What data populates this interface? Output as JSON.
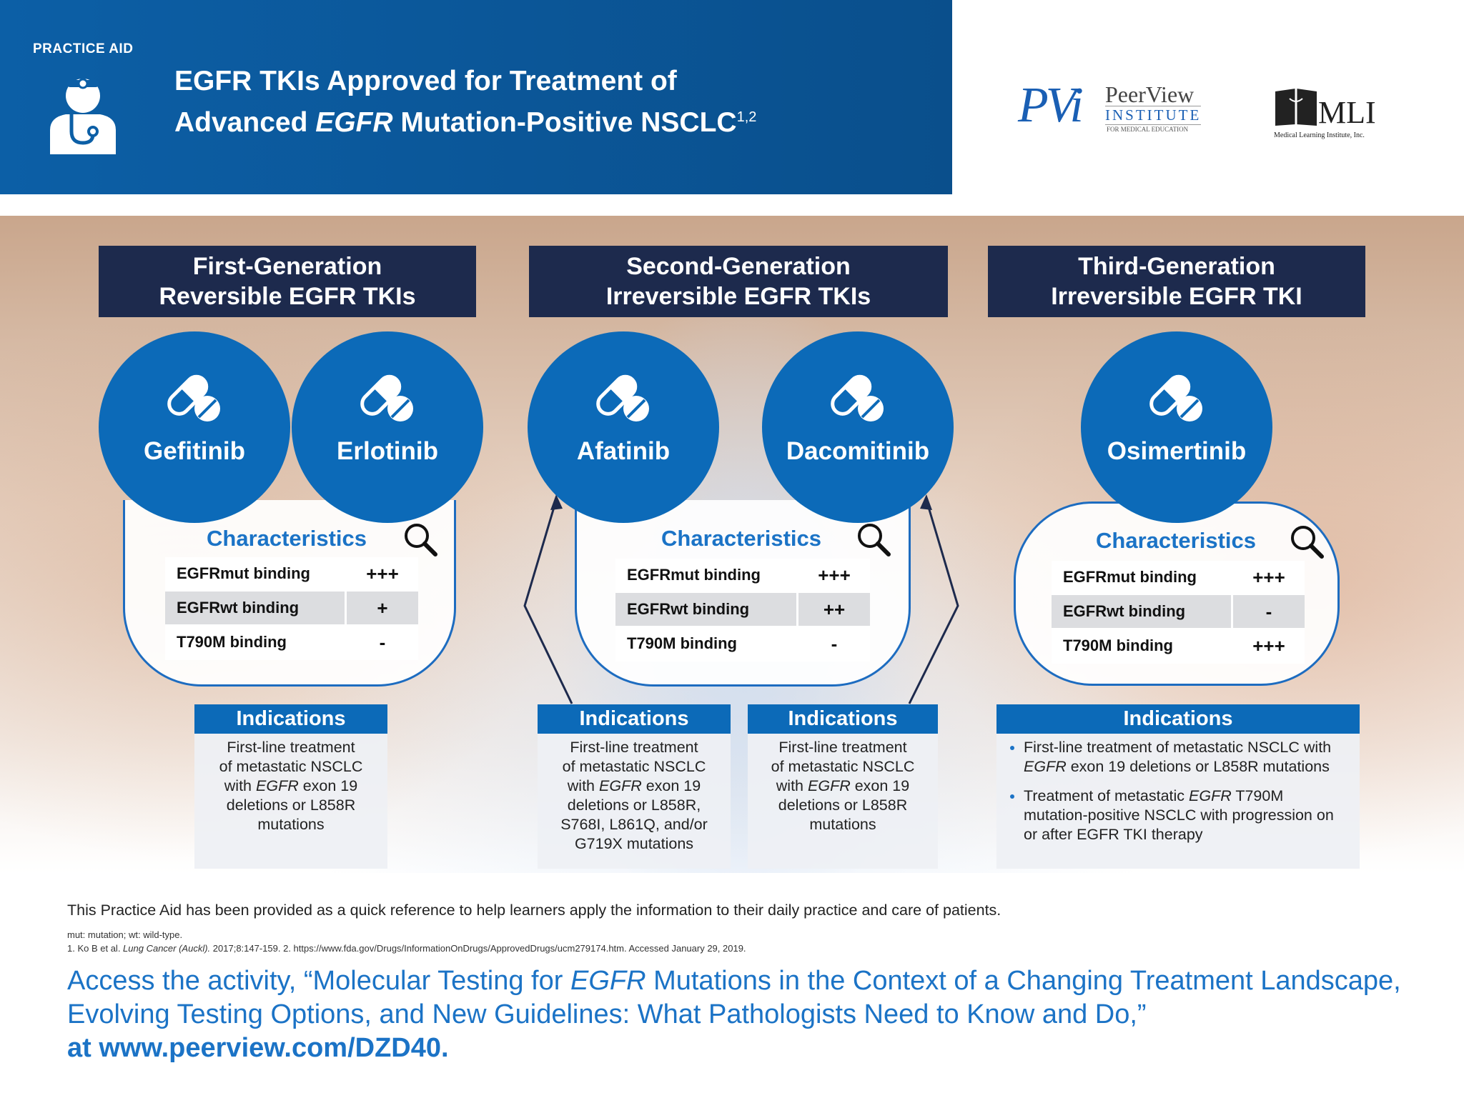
{
  "header": {
    "tag": "PRACTICE AID",
    "title_line1": "EGFR TKIs Approved for Treatment of",
    "title_line2_pre": "Advanced ",
    "title_line2_em": "EGFR",
    "title_line2_post": " Mutation-Positive NSCLC",
    "title_sup": "1,2"
  },
  "logos": {
    "pvi_mark": "PVi",
    "pvi_name": "PeerView",
    "pvi_sub": "INSTITUTE",
    "pvi_tag": "FOR MEDICAL EDUCATION",
    "mli_name": "MLI",
    "mli_full": "Medical Learning Institute, Inc."
  },
  "generations": [
    {
      "line1": "First-Generation",
      "line2": "Reversible EGFR TKIs"
    },
    {
      "line1": "Second-Generation",
      "line2": "Irreversible EGFR TKIs"
    },
    {
      "line1": "Third-Generation",
      "line2": "Irreversible EGFR TKI"
    }
  ],
  "drugs": [
    "Gefitinib",
    "Erlotinib",
    "Afatinib",
    "Dacomitinib",
    "Osimertinib"
  ],
  "characteristics_title": "Characteristics",
  "characteristics": [
    {
      "rows": [
        {
          "label": "EGFRmut binding",
          "value": "+++"
        },
        {
          "label": "EGFRwt binding",
          "value": "+"
        },
        {
          "label": "T790M binding",
          "value": "-"
        }
      ]
    },
    {
      "rows": [
        {
          "label": "EGFRmut binding",
          "value": "+++"
        },
        {
          "label": "EGFRwt binding",
          "value": "++"
        },
        {
          "label": "T790M binding",
          "value": "-"
        }
      ]
    },
    {
      "rows": [
        {
          "label": "EGFRmut binding",
          "value": "+++"
        },
        {
          "label": "EGFRwt binding",
          "value": "-"
        },
        {
          "label": "T790M binding",
          "value": "+++"
        }
      ]
    }
  ],
  "indications_title": "Indications",
  "indications": {
    "first_gen": [
      "First-line treatment",
      "of metastatic NSCLC",
      "with ",
      "EGFR",
      " exon 19",
      "deletions or L858R",
      "mutations"
    ],
    "afatinib": [
      "First-line treatment",
      "of metastatic NSCLC",
      "with ",
      "EGFR",
      " exon 19",
      "deletions or L858R,",
      "S768I, L861Q, and/or",
      "G719X mutations"
    ],
    "dacomitinib": [
      "First-line treatment",
      "of metastatic NSCLC",
      "with ",
      "EGFR",
      " exon 19",
      "deletions or L858R",
      "mutations"
    ],
    "osimertinib": [
      {
        "pre": "First-line treatment of metastatic NSCLC with ",
        "em": "EGFR",
        "post": " exon 19 deletions or L858R mutations"
      },
      {
        "pre": "Treatment of metastatic ",
        "em": "EGFR",
        "post": " T790M mutation-positive NSCLC with progression on or after EGFR TKI therapy"
      }
    ]
  },
  "footer": {
    "note": "This Practice Aid has been provided as a quick reference to help learners apply the information to their daily practice and care of patients.",
    "abbrev": "mut: mutation; wt: wild-type.",
    "ref_pre": "1. Ko B et al. ",
    "ref_journal": "Lung Cancer (Auckl).",
    "ref_post": " 2017;8:147-159. 2. https://www.fda.gov/Drugs/InformationOnDrugs/ApprovedDrugs/ucm279174.htm. Accessed January 29, 2019.",
    "access_pre": "Access the activity, “Molecular Testing for ",
    "access_em": "EGFR",
    "access_post": " Mutations in the Context of a Changing Treatment Landscape, Evolving Testing Options, and New Guidelines: What Pathologists Need to Know and Do,”",
    "access_url": "at www.peerview.com/DZD40."
  },
  "colors": {
    "header_blue": "#0c5fa6",
    "drug_blue": "#0c6ab8",
    "navy": "#1d2a4d",
    "accent_text": "#1b73c6"
  }
}
